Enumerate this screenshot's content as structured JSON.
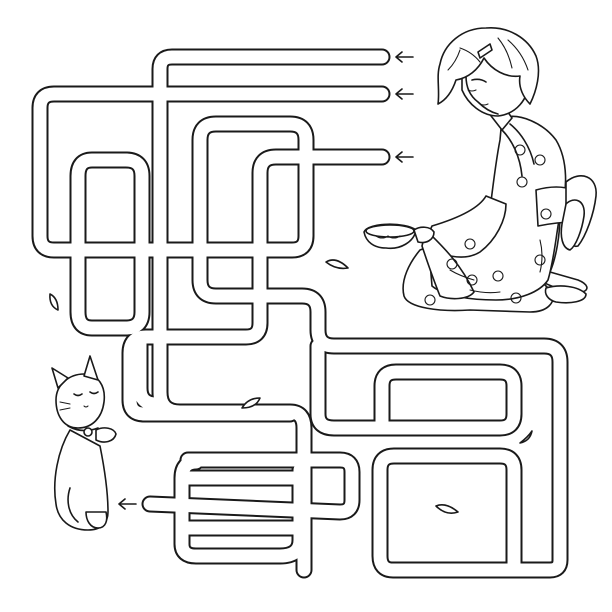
{
  "puzzle": {
    "type": "maze",
    "entrance_count": 3,
    "exit_count": 1,
    "ink_color": "#1a1a1a",
    "background": "#ffffff"
  },
  "icons": {
    "entrance_arrow": "left-arrow-icon",
    "exit_arrow": "left-arrow-icon"
  }
}
